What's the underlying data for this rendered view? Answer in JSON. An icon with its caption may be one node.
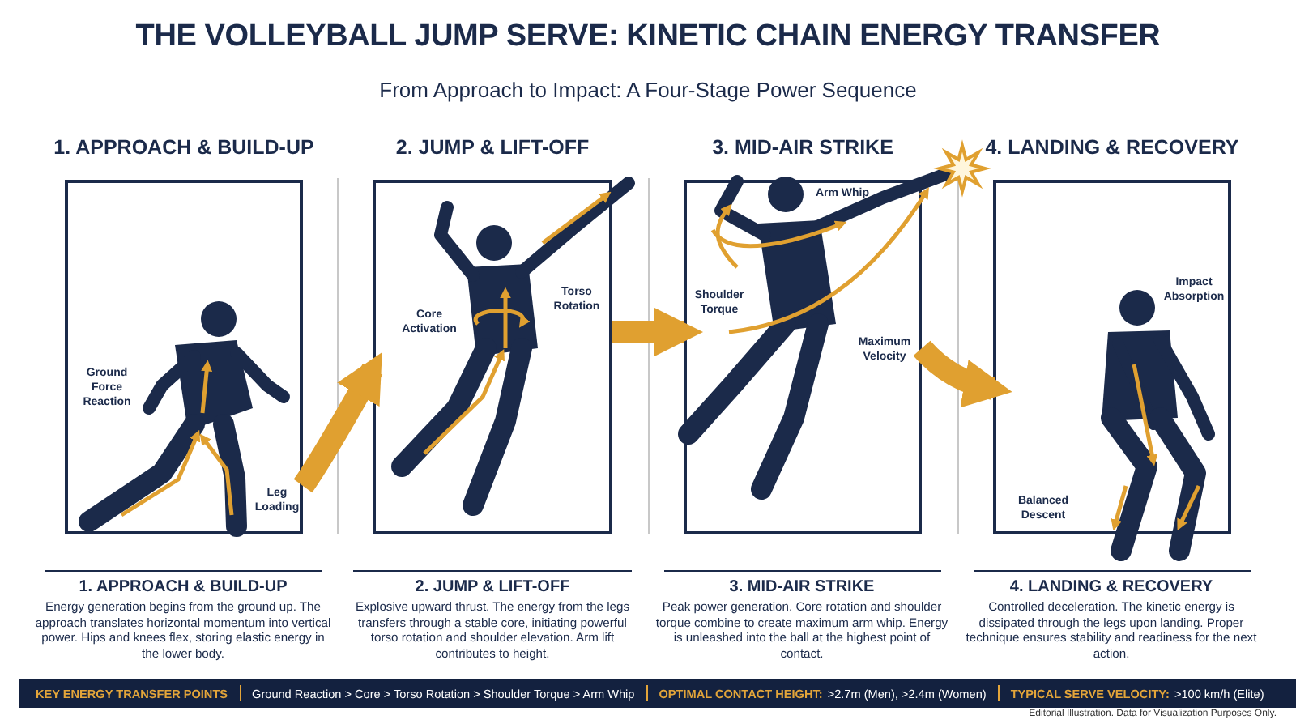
{
  "diagram": {
    "title": "THE VOLLEYBALL JUMP SERVE: KINETIC CHAIN ENERGY TRANSFER",
    "caption": "From Approach to Impact: A Four-Stage Power Sequence",
    "nodes": [
      {
        "text": [
          "1. APPROACH & BUILD-UP"
        ]
      },
      {
        "text": [
          "2. JUMP & LIFT-OFF"
        ]
      },
      {
        "text": [
          "3. MID-AIR STRIKE"
        ]
      },
      {
        "text": [
          "4. LANDING & RECOVERY"
        ]
      }
    ],
    "edges": [
      {
        "from": 0,
        "to": 1,
        "arrow": "to"
      },
      {
        "from": 1,
        "to": 2,
        "arrow": "to"
      },
      {
        "from": 2,
        "to": 3,
        "arrow": "to"
      }
    ],
    "labels": [
      "Ground Force Reaction",
      "Leg Loading",
      "Core Activation",
      "Torso Rotation",
      "Arm Whip",
      "Shoulder Torque",
      "Maximum Velocity",
      "Impact Absorption",
      "Balanced Descent",
      "1. APPROACH & BUILD-UP",
      "Energy generation begins from the ground up. The approach translates horizontal momentum into vertical power. Hips and knees flex, storing elastic energy in the lower body.",
      "2. JUMP & LIFT-OFF",
      "Explosive upward thrust. The energy from the legs transfers through a stable core, initiating powerful torso rotation and shoulder elevation. Arm lift contributes to height.",
      "3. MID-AIR STRIKE",
      "Peak power generation. Core rotation and shoulder torque combine to create maximum arm whip. Energy is unleashed into the ball at the highest point of contact.",
      "4. LANDING & RECOVERY",
      "Controlled deceleration. The kinetic energy is dissipated through the legs upon landing. Proper technique ensures stability and readiness for the next action.",
      "KEY ENERGY TRANSFER POINTS",
      "Ground Reaction > Core > Torso Rotation > Shoulder Torque > Arm Whip",
      "OPTIMAL CONTACT HEIGHT:",
      ">2.7m (Men), >2.4m (Women)",
      "TYPICAL SERVE VELOCITY:",
      ">100 km/h (Elite)",
      "Editorial Illustration. Data for Visualization Purposes Only."
    ]
  }
}
